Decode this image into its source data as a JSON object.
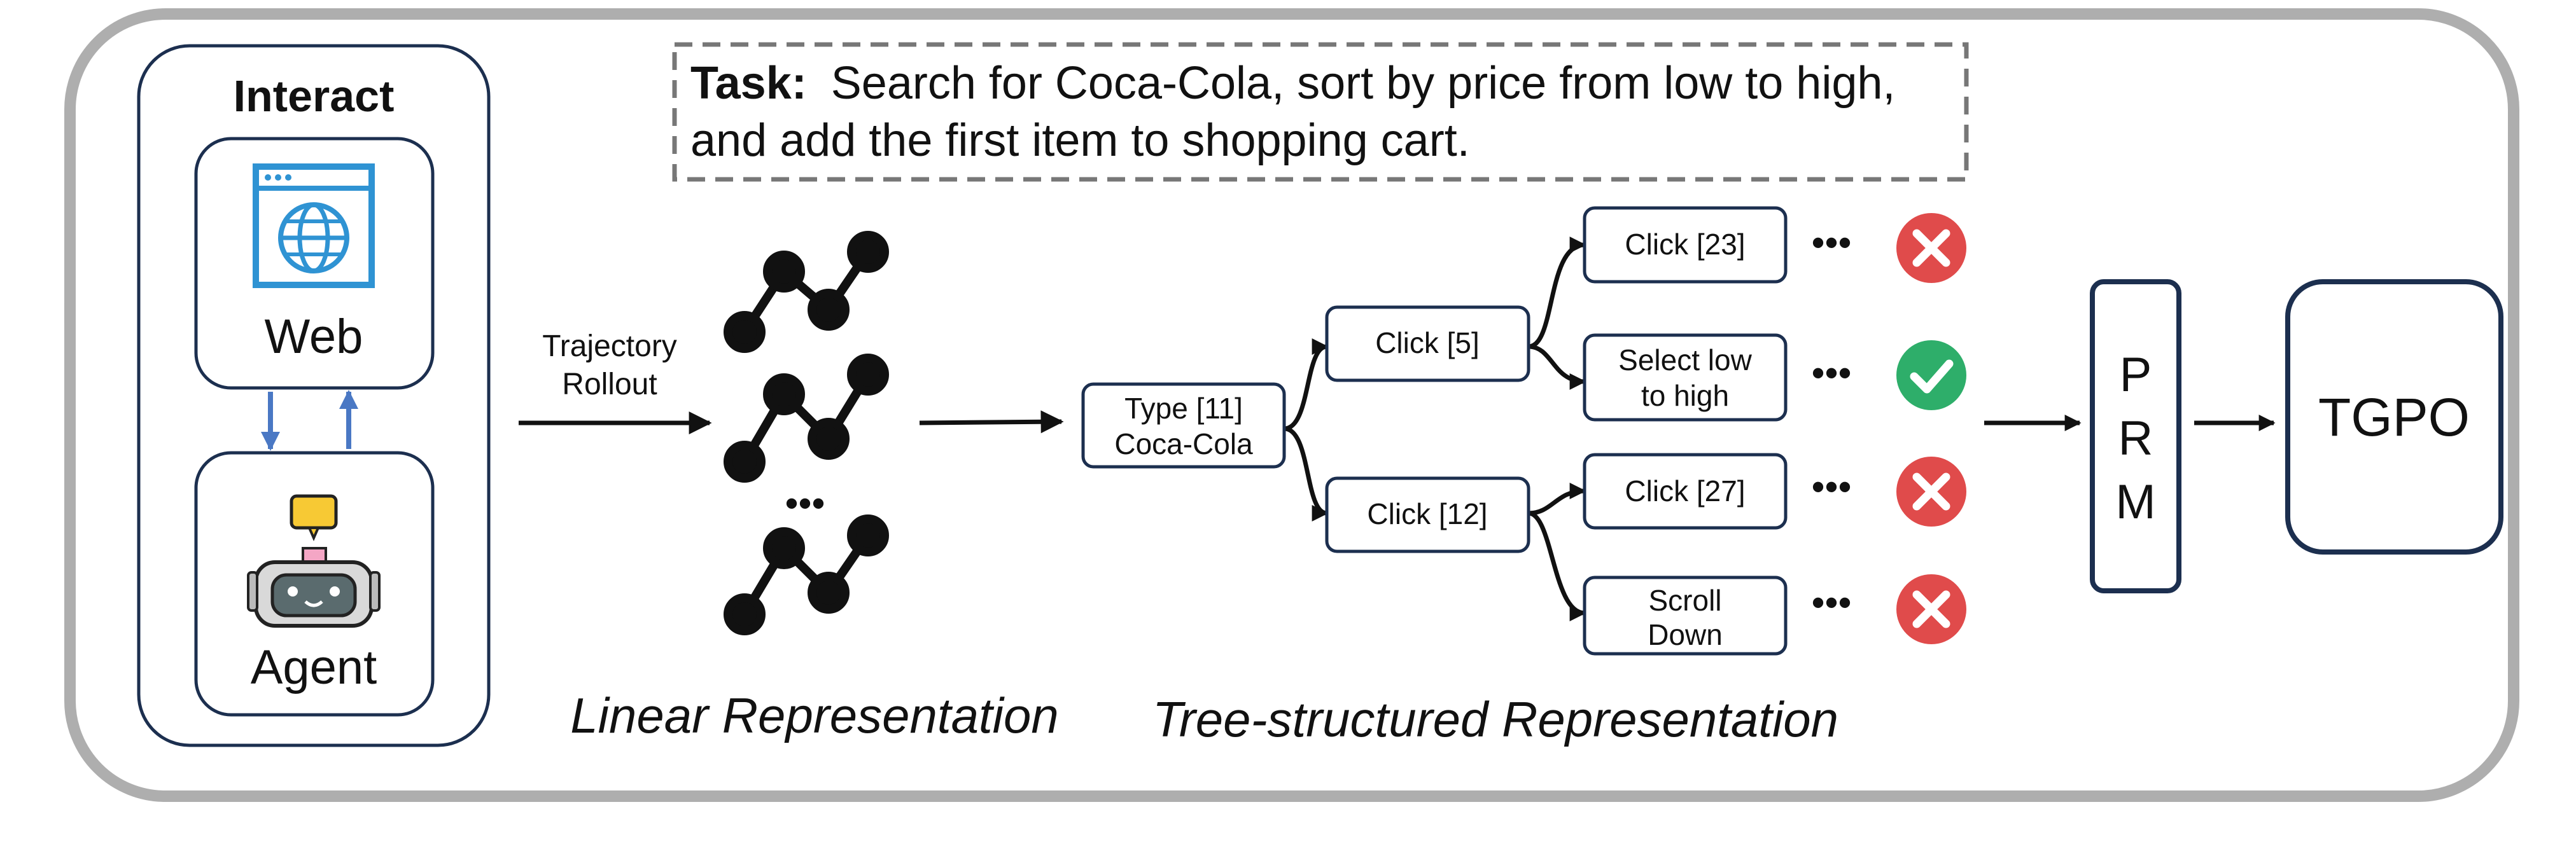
{
  "task": {
    "prefix": "Task:",
    "line1": "Search for Coca-Cola, sort by price from low to high,",
    "line2": "and add the first item to shopping cart."
  },
  "interact": {
    "title": "Interact",
    "web_label": "Web",
    "agent_label": "Agent"
  },
  "rollout": {
    "line1": "Trajectory",
    "line2": "Rollout"
  },
  "linear": {
    "caption": "Linear Representation",
    "ellipsis": "•••"
  },
  "tree": {
    "caption": "Tree-structured Representation",
    "root": {
      "line1": "Type [11]",
      "line2": "Coca-Cola"
    },
    "click5": "Click [5]",
    "click12": "Click [12]",
    "leaves": [
      {
        "line1": "Click [23]",
        "line2": "",
        "result": "fail"
      },
      {
        "line1": "Select low",
        "line2": "to high",
        "result": "success"
      },
      {
        "line1": "Click [27]",
        "line2": "",
        "result": "fail"
      },
      {
        "line1": "Scroll",
        "line2": "Down",
        "result": "fail"
      }
    ],
    "ellipsis": "•••"
  },
  "prm": {
    "letters": [
      "P",
      "R",
      "M"
    ]
  },
  "tgpo": "TGPO",
  "colors": {
    "navy": "#1c2f4f",
    "frame": "#aeaeae",
    "arrow_blue": "#4a78c4",
    "web_blue": "#2f93d3",
    "fail_red": "#e04b4b",
    "success_green": "#2eae6a"
  },
  "icons": {
    "web": "browser-globe-icon",
    "agent": "robot-icon",
    "fail": "x-circle-icon",
    "success": "check-circle-icon"
  }
}
